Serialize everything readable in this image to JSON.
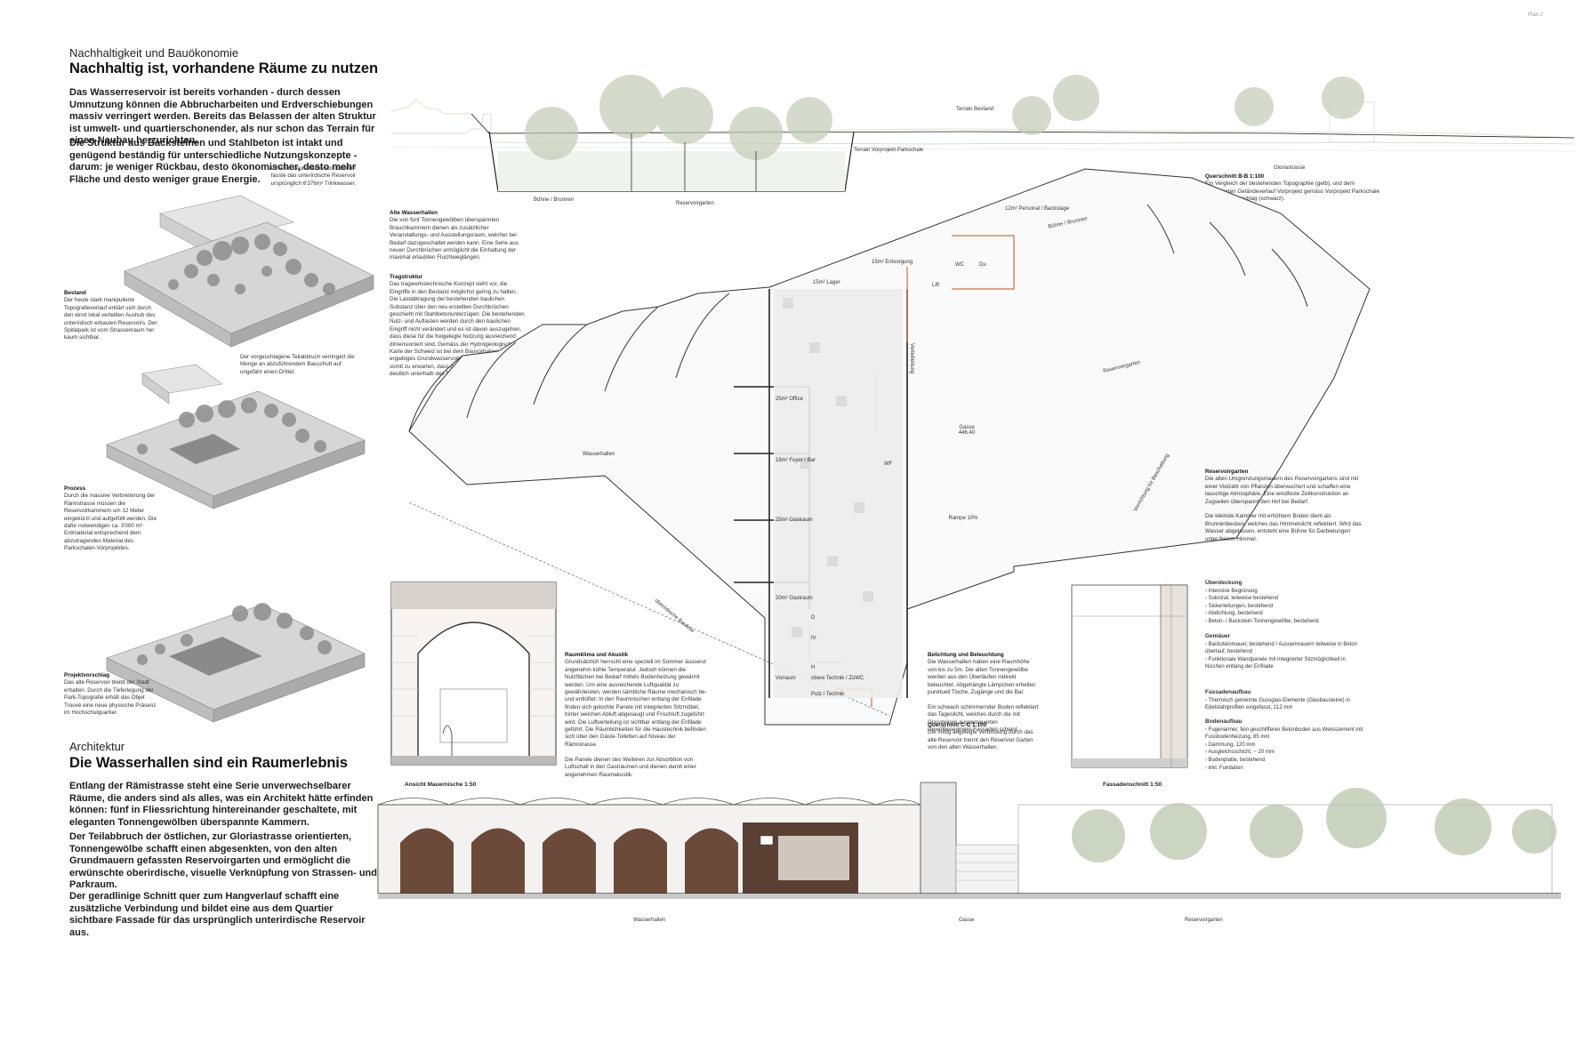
{
  "page_number": "Plan 2",
  "left": {
    "sustainability": {
      "kicker": "Nachhaltigkeit und Bauökonomie",
      "headline": "Nachhaltig ist, vorhandene Räume zu nutzen",
      "p1": "Das Wasserreservoir ist bereits vorhanden - durch dessen Umnutzung können die Abbrucharbeiten und Erdverschiebungen massiv verringert werden. Bereits das Belassen der alten Struktur ist umwelt- und quartierschonender, als nur schon das Terrain für einen Neubau herzurichten.",
      "p2": "Die Struktur aus Backsteinen und Stahlbeton ist intakt und genügend beständig für unterschiedliche Nutzungskonzepte - darum: je weniger Rückbau, desto ökonomischer, desto mehr Fläche und desto weniger graue Energie."
    },
    "stages": [
      {
        "title": "Bestand",
        "text": "Der heute stark manipulierte Topografieverlauf erklärt sich durch den einst lokal verteilten Aushub des unterirdisch erbauten Reservoirs. Der Spitalpark ist vom Strassenraum her kaum sichtbar.",
        "note": "Auf einer Grundfläche von 1'800m² fasste das unterirdische Reservoir ursprünglich 6'376m³ Trinkwasser."
      },
      {
        "title": "Prozess",
        "text": "Durch die massive Verbreiterung der Rämistrasse müssen die Reservoirkammern um 12 Meter eingekürzt und aufgefüllt werden. Die dafür notwendigen ca. 3'000 m³ Erdmaterial entsprechend dem abzutragenden Material des Parkschalen-Vorprojektes.",
        "note": "Der vorgeschlagene Teilabbruch verringert die Menge an abzuführendem Bauschutt auf ungefähr einen Drittel."
      },
      {
        "title": "Projektvorschlag",
        "text": "Das alte Reservoir bleibt der Stadt erhalten. Durch die Tieferlegung der Park-Topografie erhält das Objet Trouvé eine neue physische Präsenz im Hochschulquartier.",
        "note": ""
      }
    ],
    "architecture": {
      "kicker": "Architektur",
      "headline": "Die Wasserhallen sind ein Raumerlebnis",
      "p1": "Entlang der Rämistrasse steht eine Serie unverwechselbarer Räume, die anders sind als alles, was ein Architekt hätte erfinden können: fünf in Fliessrichtung hintereinander geschaltete, mit eleganten Tonnengewölben überspannte Kammern.",
      "p2": "Der Teilabbruch der östlichen, zur Gloriastrasse orientierten, Tonnengewölbe schafft einen abgesenkten, von den alten Grundmauern gefassten Reservoirgarten und ermöglicht die erwünschte oberirdische, visuelle Verknüpfung von Strassen- und Parkraum.",
      "p3": "Der geradlinige Schnitt quer zum Hangverlauf schafft eine zusätzliche Verbindung und bildet eine aus dem Quartier sichtbare Fassade für das ursprünglich unterirdische Reservoir aus."
    }
  },
  "section_bb": {
    "labels": {
      "terrain_bestand": "Terrain Bestand",
      "terrain_vorprojekt": "Terrain Vorprojekt Parkschale",
      "gloriastrasse": "Gloriastrasse",
      "buehne": "Bühne / Brunnen",
      "reservoirgarten": "Reservoirgarten"
    },
    "title": "Querschnitt B-B 1:100",
    "caption": "Ein Vergleich der bestehenden Topographie (gelb), und dem projektierten Geländeverlauf Vorprojekt gemäss Vorprojekt Parkschale und Projektvorschlag (schwarz)."
  },
  "middle_texts": {
    "alte": {
      "title": "Alte Wasserhallen",
      "text": "Die von fünf Tonnengewölben überspannten Brauchkammern dienen als zusätzlicher Veranstaltungs- und Ausstellungsraum, welcher bei Bedarf dazugeschaltet werden kann. Eine Serie aus neuen Durchbrüchen ermöglicht die Einhaltung der maximal erlaubten Fluchtweglängen."
    },
    "trag": {
      "title": "Tragstruktur",
      "text": "Das tragwerkstechnische Konzept sieht vor, die Eingriffe in den Bestand möglichst gering zu halten. Die Lastabtragung der bestehenden baulichen Substanz über den neu erstellten Durchbrüchen geschieht mit Stahlbetonunterzügen. Die bestehenden Nutz- und Auflasten werden durch den baulichen Eingriff nicht verändert und es ist davon auszugehen, dass diese für die freigelegte Nutzung ausreichend dimensioniert sind. Gemäss der Hydrogeologische Karte der Schweiz ist bei dem Bauvorhaben ein wenig ergiebiges Grundwasservorkommen vorhanden und somit zu erwarten, dass der Grundwasserspiegel deutlich unterhalb des Reservoirs liegt."
    },
    "raumklima": {
      "title": "Raumklima und Akustik",
      "text": "Grundsätzlich herrscht eine speziell im Sommer äusserst angenehm kühle Temperatur. Jedoch können die Nutzflächen bei Bedarf mittels Bodenheizung gewärmt werden. Um eine ausreichende Luftqualität zu gewährleisten, werden sämtliche Räume mechanisch be- und entlüftet: In den Raumnischen entlang der Enfilade finden sich gelochte Panele mit integrierten Sitzmöbel, hinter welchen Abluft abgesaugt und Frischluft zugeführt wird. Die Luftverteilung ist sichtbar entlang der Enfilade geführt. Die Räumlichkeiten für die Haustechnik befinden sich über den Gäste-Toiletten auf Niveau der Rämistrasse.",
      "text2": "Die Panele dienen des Weiteren zur Absorbtion von Luftschall in den Gasträumen und dienen damit einer angenehmen Raumakustik."
    },
    "belichtung": {
      "title": "Belichtung und Beleuchtung",
      "text": "Die Wasserhallen haben eine Raumhöhe von bis zu 5m. Die alten Tonnengewölbe werden aus den Überläufen indirekt beleuchtet. Abgehängte Lämpchen erhellen punktuell Tische, Zugänge und die Bar.",
      "text2": "Ein schwach schimmernder Boden reflektiert das Tageslicht, welches durch die mit Glassteinen ausgemauerten Gewölbesegment-Fassaden scheint."
    },
    "cc": {
      "title": "Querschnitt C-C 1:100",
      "text": "Die mittig angelegte Verbindung durch das alte Reservoir trennt den Reservoir Garten von den alten Wasserhallen."
    }
  },
  "plan": {
    "rooms": {
      "personal": "12m² Personal / Backstage",
      "entsorgung": "15m² Entsorgung",
      "lager": "15m² Lager",
      "wc": "WC",
      "du": "Du",
      "lift": "Lift",
      "office": "25m² Office",
      "foyer": "18m² Foyer / Bar",
      "wf": "WF",
      "gastraum1": "25m² Gastraum",
      "gastraum2": "20m² Gastraum",
      "d": "D",
      "iv": "IV",
      "h": "H",
      "vorraum": "Vorraum",
      "technik": "obere Technik / ZüWC",
      "putz": "Putz / Technik"
    },
    "areas": {
      "wasserhallen": "Wasserhallen",
      "gasse": "Gasse 446.40",
      "rampe": "Rampe 10%",
      "reservoirgarten": "Reservoirgarten",
      "buehne": "Bühne / Brunnen",
      "verteilleitung": "Verteilleitung",
      "vorrichtung": "Vorrichtung für Beschattung",
      "rampe_diag": "oberirdische Baulinie"
    }
  },
  "right_texts": {
    "reservoirgarten": {
      "title": "Reservoirgarten",
      "text": "Die alten Umgrenzungsmauern des Reservoirgartens sind mit einer Vielzahl von Pflanzen überwuchert und schaffen eine lauschige Atmosphäre. Eine windfeste Zeltkonstruktion an Zugseilen überspannt den Hof bei Bedarf.",
      "text2": "Die kleinste Kammer mit erhöhtem Boden dient als Brunnenbecken, welches das Himmelslicht reflektiert. Wird das Wasser abgelassen, entsteht eine Bühne für Darbietungen unter freiem Himmel."
    },
    "ueberdeckung": {
      "title": "Überdeckung",
      "items": [
        "Intensive Begrünung",
        "Substrat, teilweise bestehend",
        "Sickerleitungen, bestehend",
        "Abdichtung, bestehend",
        "Beton- / Backstein-Tonnengewölbe, bestehend"
      ]
    },
    "gemaeuer": {
      "title": "Gemäuer",
      "items": [
        "Backsteinmauer, bestehend / Aussenmauern teilweise in Beton überlauf, bestehend",
        "Funktionale Wandpanele mit integrierter Sitzmöglichkeit in Nischen entlang der Enfilade"
      ]
    },
    "fassade": {
      "title": "Fassadenaufbau",
      "items": [
        "Thermisch getrennte Gussglas-Elemente (Glasbausteine) in Edelstahlprofilen eingefasst, 212 mm"
      ]
    },
    "boden": {
      "title": "Bodenaufbau",
      "items": [
        "Fugenarmer, fein geschliffener Betonboden aus Weisszement mit Fussbodenheizung, 85 mm",
        "Dämmung, 120 mm",
        "Ausgleichsschicht, ~ 20 mm",
        "Bodenplatte, bestehend",
        "inkl. Fundation"
      ]
    }
  },
  "drawings": {
    "mauernische": "Ansicht Mauernische 1:50",
    "fassadenschnitt": "Fassadenschnitt 1:50",
    "elevation": {
      "wasserhallen": "Wasserhallen",
      "gasse": "Gasse",
      "reservoirgarten": "Reservoirgarten"
    }
  },
  "colors": {
    "accent": "#c8704a",
    "ink": "#1a1a1a",
    "muted": "#9a9a9a",
    "brick": "#6b4a3a",
    "green": "#a9b79a"
  }
}
